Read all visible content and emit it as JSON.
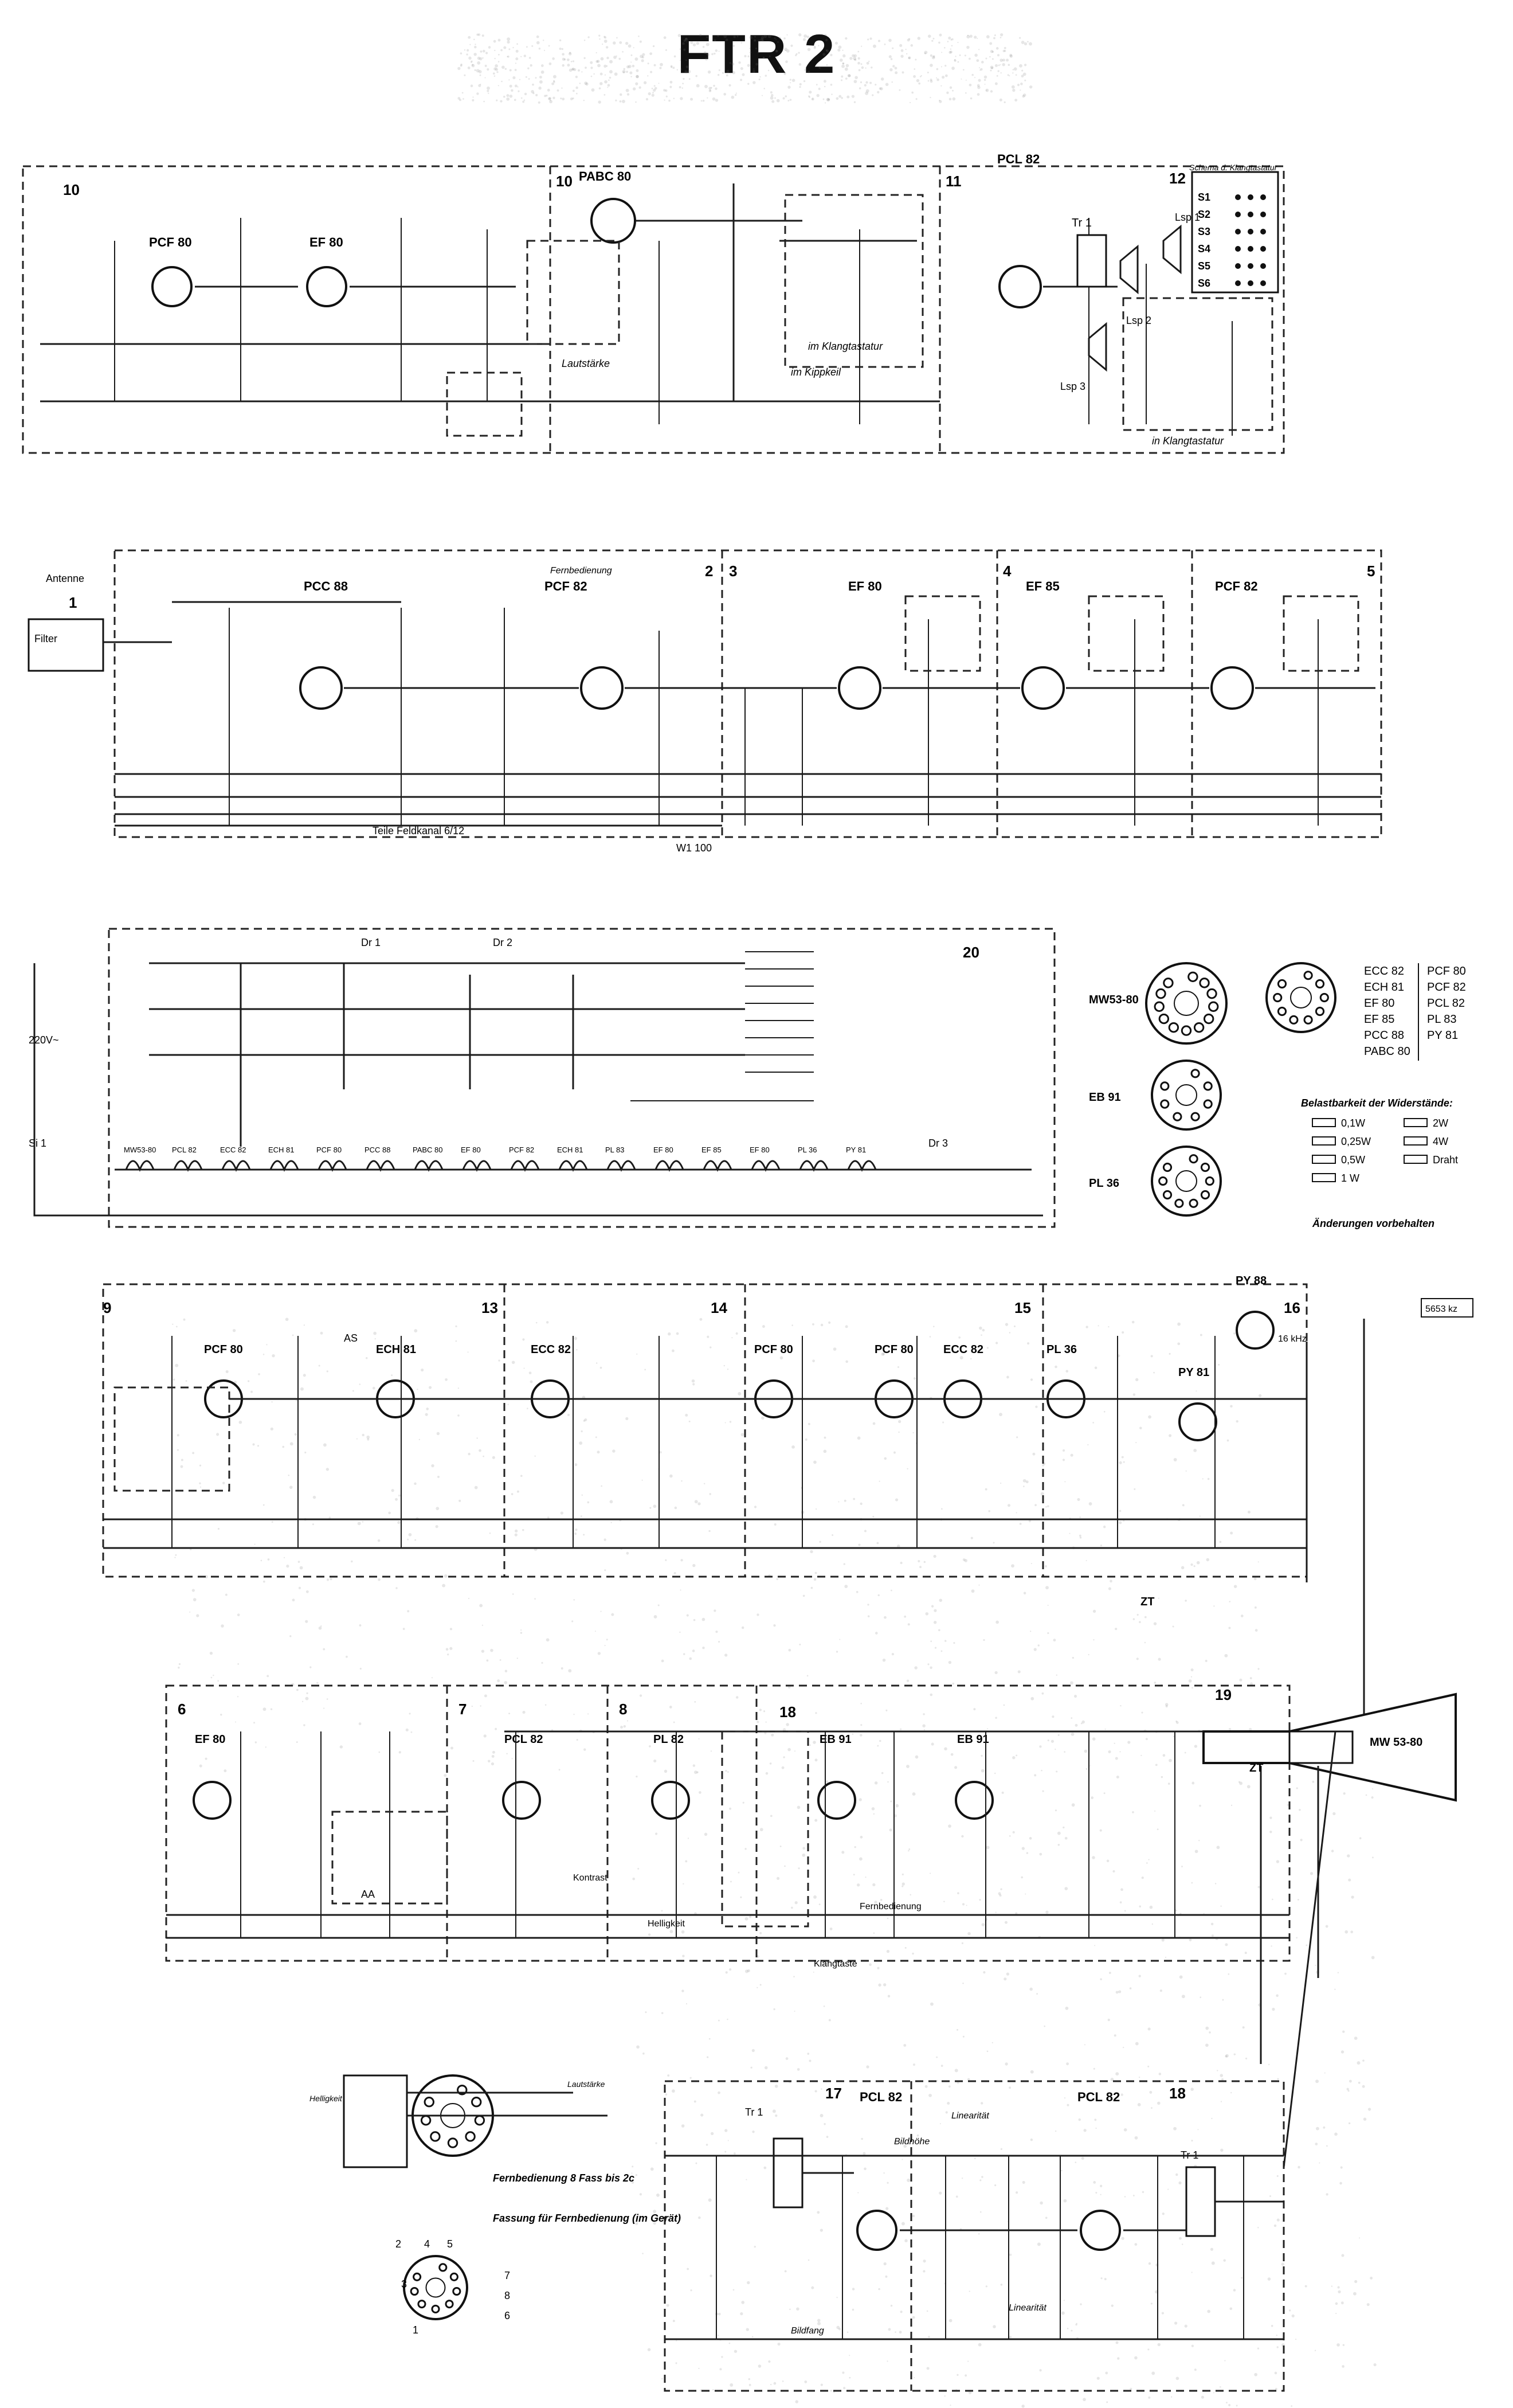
{
  "title": "FTR 2",
  "section_top": {
    "stage_numbers": [
      "10",
      "10",
      "11",
      "12"
    ],
    "tubes": [
      "PCF 80",
      "EF 80",
      "PABC 80",
      "PCL 82"
    ],
    "labels": [
      "Schema d. Klangtastatur",
      "im Kippkeil",
      "im Klangtastatur",
      "in Klangtastatur",
      "Lautstärke",
      "Lsp 1",
      "Lsp 2",
      "Lsp 3",
      "Tr 1"
    ],
    "keys": [
      "S1",
      "S2",
      "S3",
      "S4",
      "S5",
      "S6"
    ]
  },
  "section_tuner": {
    "stage_numbers": [
      "1",
      "2",
      "3",
      "4",
      "5"
    ],
    "tubes": [
      "PCC 88",
      "PCF 82",
      "EF 80",
      "EF 85",
      "PCF 82"
    ],
    "labels": [
      "Antenne",
      "Filter",
      "Fernbedienung",
      "Teile Feldkanal 6/12",
      "W1 100"
    ]
  },
  "section_power": {
    "stage_number": "20",
    "labels": [
      "Dr 1",
      "Dr 2",
      "Dr 3",
      "220V~",
      "Si 1"
    ],
    "heater_chain": [
      "MW53-80",
      "PCL 82",
      "ECC 82",
      "ECH 81",
      "PCF 80",
      "PCC 88",
      "PABC 80",
      "EF 80",
      "PCF 82",
      "ECH 81",
      "PL 83",
      "EF 80",
      "EF 85",
      "EF 80",
      "PL 36",
      "PY 81"
    ]
  },
  "pinouts": {
    "sockets": [
      {
        "name": "MW53-80"
      },
      {
        "name": "EB 91"
      },
      {
        "name": "PL 36"
      }
    ],
    "tube_list": [
      "ECC 82",
      "PCF 80",
      "ECH 81",
      "PCF 82",
      "EF 80",
      "PCL 82",
      "EF 85",
      "PL 83",
      "PCC 88",
      "PY 81",
      "PABC 80"
    ],
    "legend_title": "Belastbarkeit der Widerstände:",
    "legend_items": [
      "0,1W",
      "2W",
      "0,25W",
      "4W",
      "0,5W",
      "Draht",
      "1 W"
    ],
    "note": "Änderungen vorbehalten"
  },
  "section_video": {
    "stage_numbers": [
      "9",
      "13",
      "14",
      "15",
      "16"
    ],
    "tubes": [
      "PCF 80",
      "ECH 81",
      "ECC 82",
      "PCF 80",
      "PCF 80",
      "ECC 82",
      "PL 36",
      "PY 88",
      "PY 81"
    ],
    "labels": [
      "AS",
      "ZT",
      "16 kHz",
      "5653 kz"
    ]
  },
  "section_sync": {
    "stage_numbers": [
      "6",
      "7",
      "8",
      "18",
      "19"
    ],
    "tubes": [
      "EF 80",
      "PCL 82",
      "PL 82",
      "EB 91",
      "EB 91",
      "MW 53-80"
    ],
    "labels": [
      "AA",
      "ZT",
      "Kontrast",
      "Helligkeit",
      "Fernbedienung",
      "Klangtaste"
    ]
  },
  "remote": {
    "labels": [
      "Fernbedienung 8 Fass bis 2c",
      "Fassung für Fernbedienung (im Gerät)",
      "Helligkeit",
      "Lautstärke"
    ],
    "pins": [
      "2",
      "4",
      "5",
      "3",
      "1",
      "7",
      "8",
      "6"
    ]
  },
  "section_vertical": {
    "stage_numbers": [
      "17",
      "18"
    ],
    "tubes": [
      "PCL 82",
      "PCL 82"
    ],
    "labels": [
      "Tr 1",
      "Linearität",
      "Bildhöhe",
      "Bildfang",
      "Linearität",
      "Tr 1"
    ]
  },
  "colors": {
    "ink": "#111111",
    "paper": "#ffffff",
    "gray": "#777777"
  }
}
